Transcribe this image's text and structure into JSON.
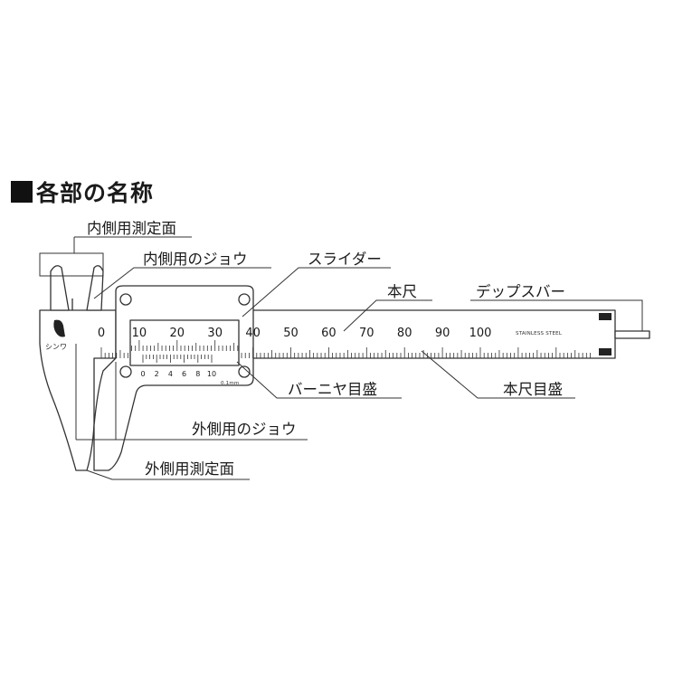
{
  "heading": "各部の名称",
  "brand_mark": "シンワ",
  "labels": {
    "inner_measuring_faces": "内側用測定面",
    "inner_jaws": "内側用のジョウ",
    "slider": "スライダー",
    "main_beam": "本尺",
    "depth_bar": "デップスバー",
    "vernier_scale": "バーニヤ目盛",
    "main_scale": "本尺目盛",
    "outer_jaws": "外側用のジョウ",
    "outer_measuring_faces": "外側用測定面"
  },
  "main_scale_numbers": [
    "0",
    "10",
    "20",
    "30",
    "40",
    "50",
    "60",
    "70",
    "80",
    "90",
    "100"
  ],
  "vernier_numbers": [
    "0",
    "2",
    "4",
    "6",
    "8",
    "10"
  ],
  "vernier_resolution": "0.1mm",
  "beam_text": "STAINLESS STEEL"
}
